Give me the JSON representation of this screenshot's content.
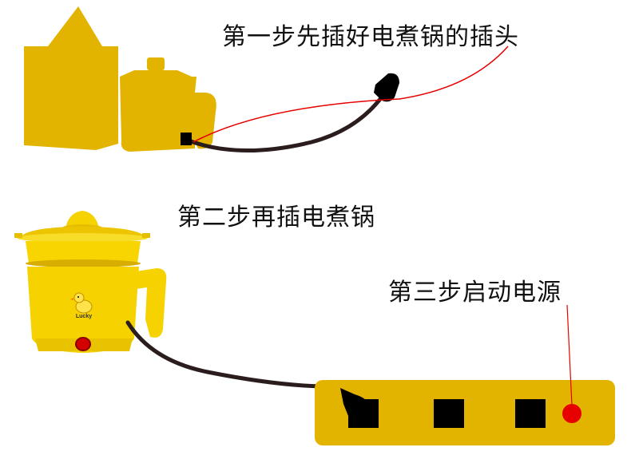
{
  "steps": [
    {
      "label": "第一步先插好电煮锅的插头"
    },
    {
      "label": "第二步再插电煮锅"
    },
    {
      "label": "第三步启动电源"
    }
  ],
  "cooker": {
    "brand_text": "Lucky"
  },
  "colors": {
    "silhouette": "#E2B400",
    "cooker_body": "#F5D200",
    "power_strip": "#E2B400",
    "socket": "#000000",
    "cable": "#2b1d1d",
    "indicator_wire": "#e60000",
    "power_button": "#e60000"
  }
}
